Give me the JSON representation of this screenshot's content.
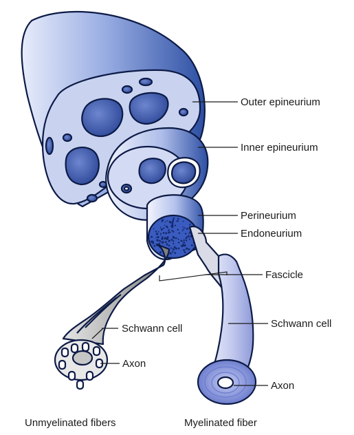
{
  "labels": {
    "outer_epineurium": "Outer epineurium",
    "inner_epineurium": "Inner epineurium",
    "perineurium": "Perineurium",
    "endoneurium": "Endoneurium",
    "fascicle": "Fascicle",
    "schwann_cell_unmyelinated": "Schwann cell",
    "schwann_cell_myelinated": "Schwann cell",
    "axon_unmyelinated": "Axon",
    "axon_myelinated": "Axon",
    "caption_unmyelinated": "Unmyelinated fibers",
    "caption_myelinated": "Myelinated fiber"
  },
  "colors": {
    "epineurium_dark": "#2d4fa3",
    "epineurium_light": "#c9d3f0",
    "fascicle_dots": "#152a6b",
    "unmyelinated_gray": "#a7a7a7",
    "myelinated_lavender": "#c7cdf0",
    "outline": "#0c1a45"
  }
}
